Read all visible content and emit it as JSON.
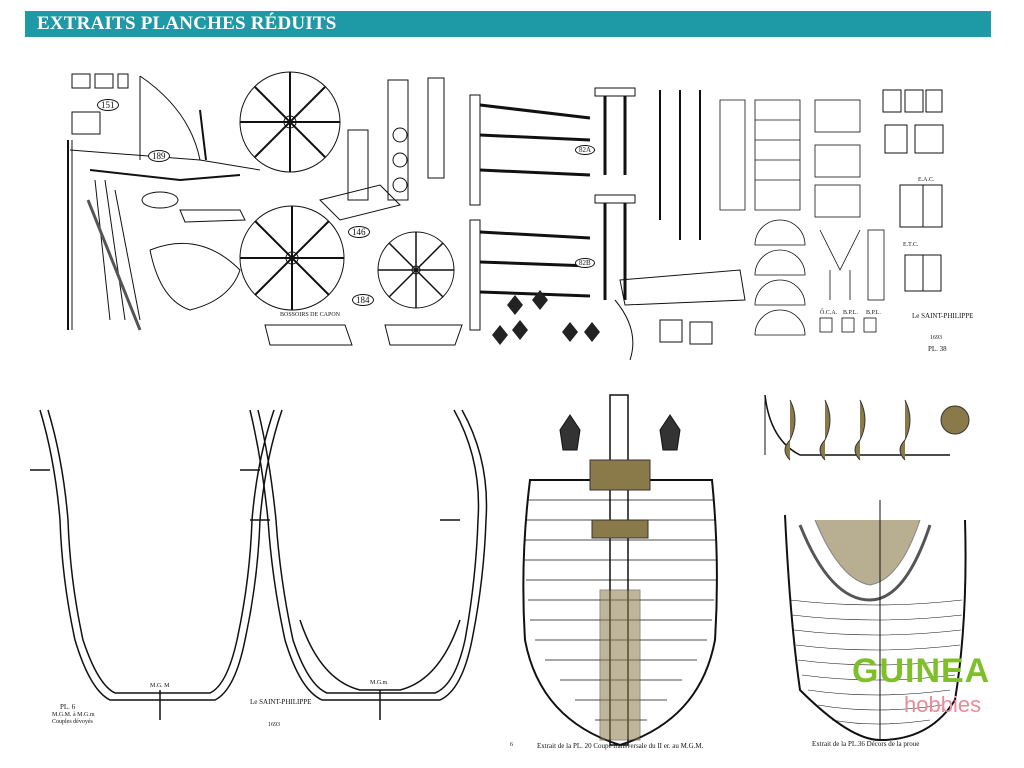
{
  "header": {
    "title": "EXTRAITS PLANCHES RÉDUITS"
  },
  "plates": {
    "n151": "151",
    "n189": "189",
    "n146": "146",
    "n184": "184",
    "n82a": "82A",
    "n82b": "82B",
    "bossoirs": "BOSSOIRS DE CAPON",
    "ship_name": "Le SAINT-PHILIPPE",
    "year": "1693",
    "pl38": "PL. 38",
    "pl6": "PL. 6",
    "mgm1": "M.G. M",
    "mgm2": "M.G.m",
    "pl6_sub1": "M.G.M. à M.G.m",
    "pl6_sub2": "Couples dévoyés",
    "ship_name2": "Le SAINT-PHILIPPE",
    "year2": "1693",
    "page_num": "6",
    "caption20": "Extrait de la PL. 20 Coupe transversale du II er. au M.G.M.",
    "caption36": "Extrait de la PL.36 Décors de la proue",
    "mini1": "Ô.C.A.",
    "mini2": "B.P.L.",
    "mini3": "B.P.L.",
    "mini4": "E.T.C.",
    "mini5": "E.A.C."
  },
  "watermark": {
    "word": "GUINEA",
    "sub": "hobbies"
  },
  "colors": {
    "header": "#1d9aa6",
    "logo_green": "#7fbf2a",
    "logo_pink": "#e88b9a",
    "wood": "#8a7a4a"
  }
}
